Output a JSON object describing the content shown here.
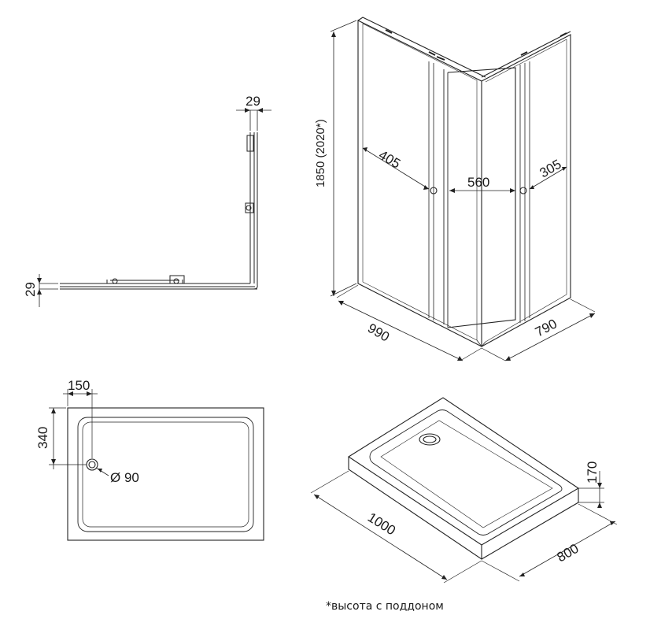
{
  "side_view": {
    "dim_top": "29",
    "dim_left": "29"
  },
  "cabin_view": {
    "height": "1850 (2020*)",
    "width": "990",
    "depth": "790",
    "panel_left": "405",
    "door": "560",
    "panel_right": "305"
  },
  "tray_top_view": {
    "offset_x": "150",
    "offset_y": "340",
    "drain": "Ø 90"
  },
  "tray_iso_view": {
    "length": "1000",
    "width": "800",
    "height": "170"
  },
  "footnote": "*высота с поддоном"
}
